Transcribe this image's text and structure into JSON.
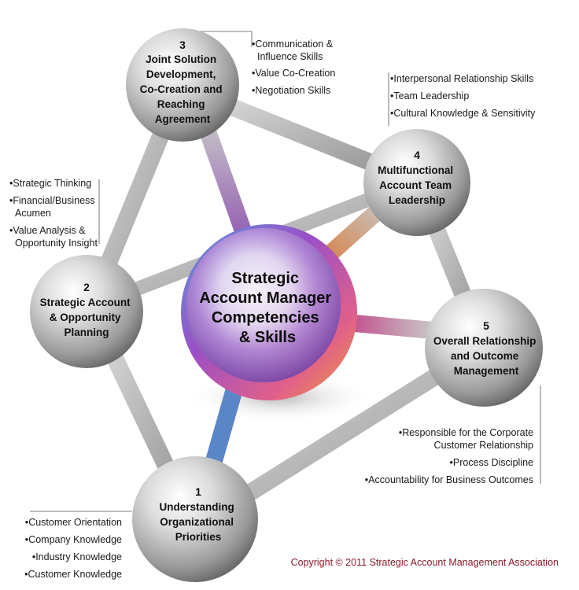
{
  "center": {
    "lines": [
      "Strategic",
      "Account Manager",
      "Competencies",
      "& Skills"
    ]
  },
  "nodes": [
    {
      "id": "3",
      "number": "3",
      "lines": [
        "Joint Solution",
        "Development,",
        "Co-Creation and",
        "Reaching",
        "Agreement"
      ],
      "bullets": [
        [
          "Communication &",
          "Influence Skills"
        ],
        [
          "Value Co-Creation"
        ],
        [
          "Negotiation Skills"
        ]
      ]
    },
    {
      "id": "4",
      "number": "4",
      "lines": [
        "Multifunctional",
        "Account Team",
        "Leadership"
      ],
      "bullets": [
        [
          "Interpersonal Relationship Skills"
        ],
        [
          "Team Leadership"
        ],
        [
          "Cultural Knowledge & Sensitivity"
        ]
      ]
    },
    {
      "id": "2",
      "number": "2",
      "lines": [
        "Strategic Account",
        "& Opportunity",
        "Planning"
      ],
      "bullets": [
        [
          "Strategic Thinking"
        ],
        [
          "Financial/Business",
          "Acumen"
        ],
        [
          "Value Analysis &",
          "Opportunity Insight"
        ]
      ]
    },
    {
      "id": "5",
      "number": "5",
      "lines": [
        "Overall Relationship",
        "and Outcome",
        "Management"
      ],
      "bullets": [
        [
          "Responsible for the Corporate",
          "Customer Relationship"
        ],
        [
          "Process Discipline"
        ],
        [
          "Accountability for Business Outcomes"
        ]
      ]
    },
    {
      "id": "1",
      "number": "1",
      "lines": [
        "Understanding",
        "Organizational",
        "Priorities"
      ],
      "bullets": [
        [
          "Customer Orientation"
        ],
        [
          "Company Knowledge"
        ],
        [
          "Industry Knowledge"
        ],
        [
          "Customer Knowledge"
        ]
      ]
    }
  ],
  "copyright": "Copyright © 2011 Strategic Account Management Association"
}
